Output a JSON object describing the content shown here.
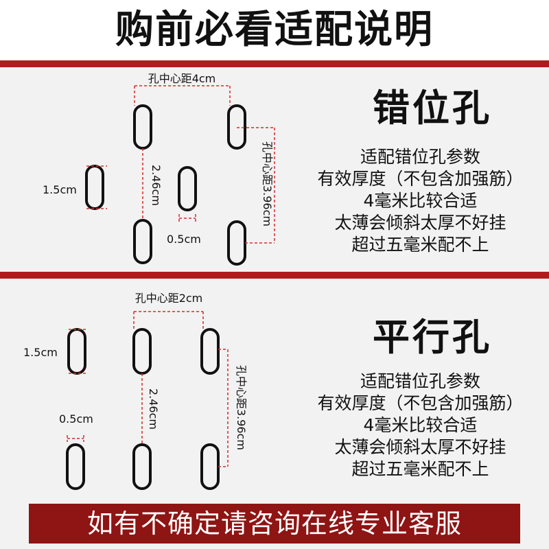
{
  "page_title": "购前必看适配说明",
  "section_staggered": {
    "heading": "错位孔",
    "desc_lines": [
      "适配错位孔参数",
      "有效厚度（不包含加强筋）",
      "4毫米比较合适",
      "太薄会倾斜太厚不好挂",
      "超过五毫米配不上"
    ],
    "label_hole_spacing_h": "孔中心距4cm",
    "label_hole_spacing_v": "孔中心距3.96cm",
    "label_vertical_gap": "2.46cm",
    "label_hole_length": "1.5cm",
    "label_hole_width": "0.5cm"
  },
  "section_parallel": {
    "heading": "平行孔",
    "desc_lines": [
      "适配错位孔参数",
      "有效厚度（不包含加强筋）",
      "4毫米比较合适",
      "太薄会倾斜太厚不好挂",
      "超过五毫米配不上"
    ],
    "label_hole_spacing_h": "孔中心距2cm",
    "label_hole_spacing_v": "孔中心距3.96cm",
    "label_vertical_gap": "2.46cm",
    "label_hole_length": "1.5cm",
    "label_hole_width": "0.5cm"
  },
  "footer_text": "如有不确定请咨询在线专业客服",
  "colors": {
    "accent_red": "#b01c1c",
    "footer_bg": "#8f1414",
    "dashed_red": "#d42a2a"
  }
}
